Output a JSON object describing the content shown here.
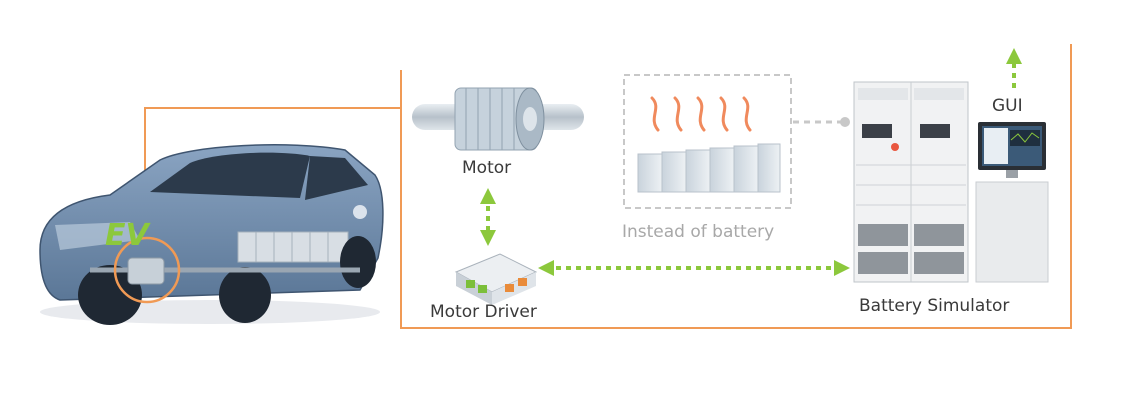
{
  "labels": {
    "motor": "Motor",
    "motor_driver": "Motor Driver",
    "battery_simulator": "Battery Simulator",
    "gui": "GUI",
    "instead_of_battery": "Instead of battery",
    "ev": "EV"
  },
  "colors": {
    "connector": "#f09a55",
    "arrow": "#8cc83c",
    "car_body": "#6f8eb0",
    "car_dark": "#2c3a4b",
    "heat": "#f08a5d",
    "dashed_box": "#c8c8c8"
  }
}
